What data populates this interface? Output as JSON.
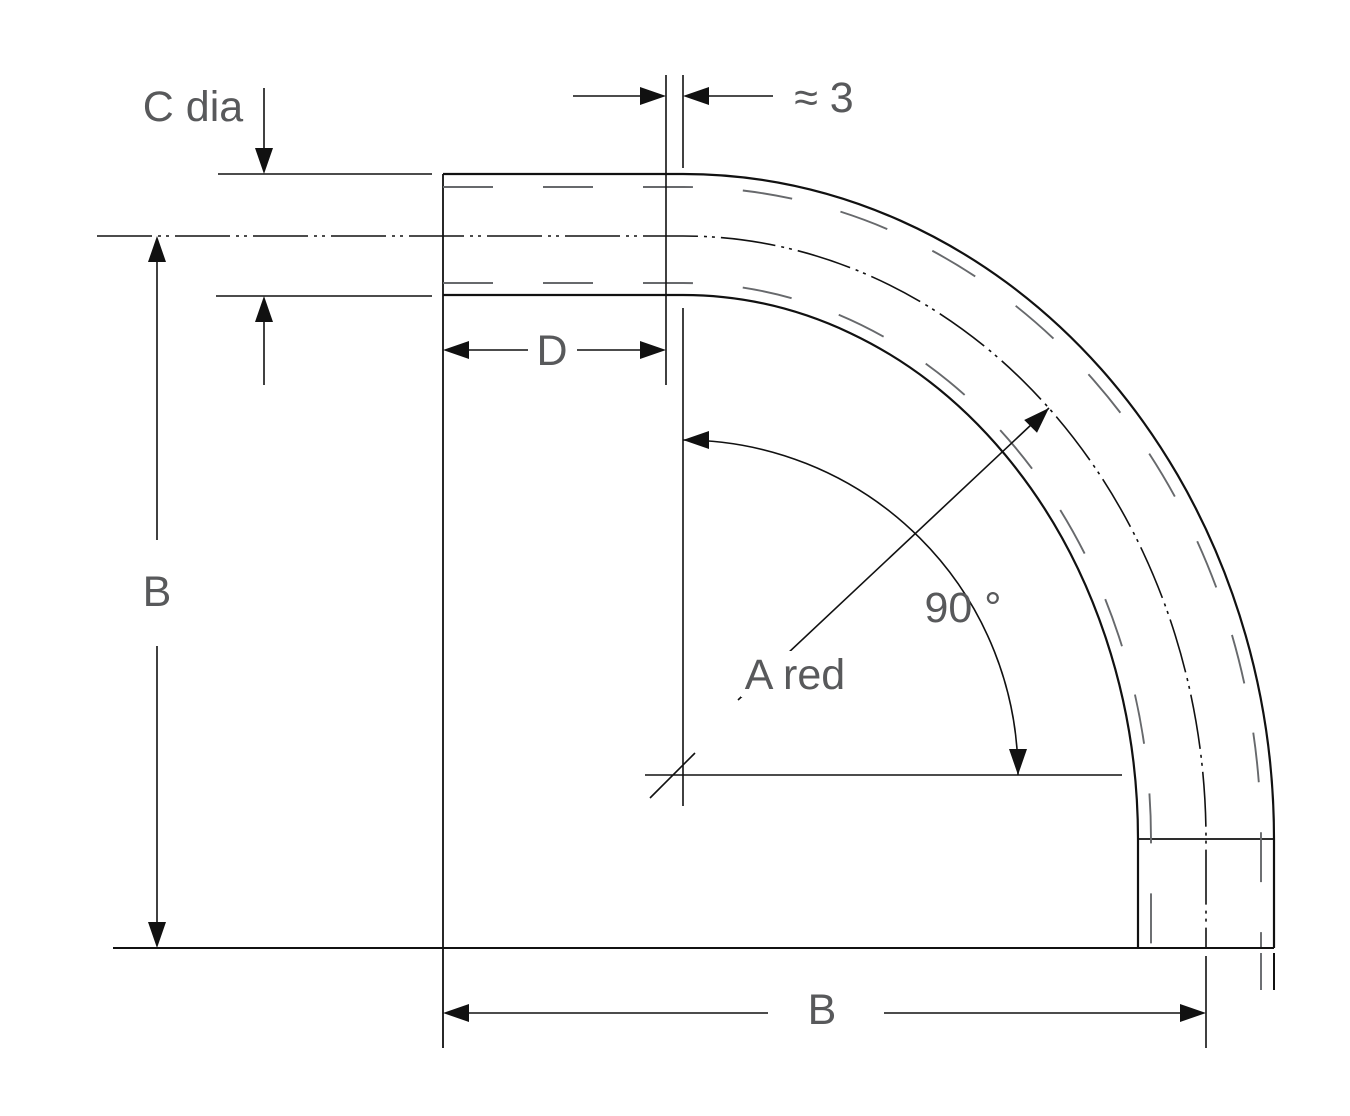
{
  "drawing": {
    "labels": {
      "c_dia": "C dia",
      "end_gap": "≈ 3",
      "insertion_depth": "D",
      "height_left": "B",
      "width_bottom": "B",
      "bend_angle": "90 °",
      "bend_radius": "A red"
    },
    "colors": {
      "outline": "#111111",
      "label_text": "#58595b",
      "hidden_line": "#67696c",
      "background": "#ffffff"
    }
  }
}
